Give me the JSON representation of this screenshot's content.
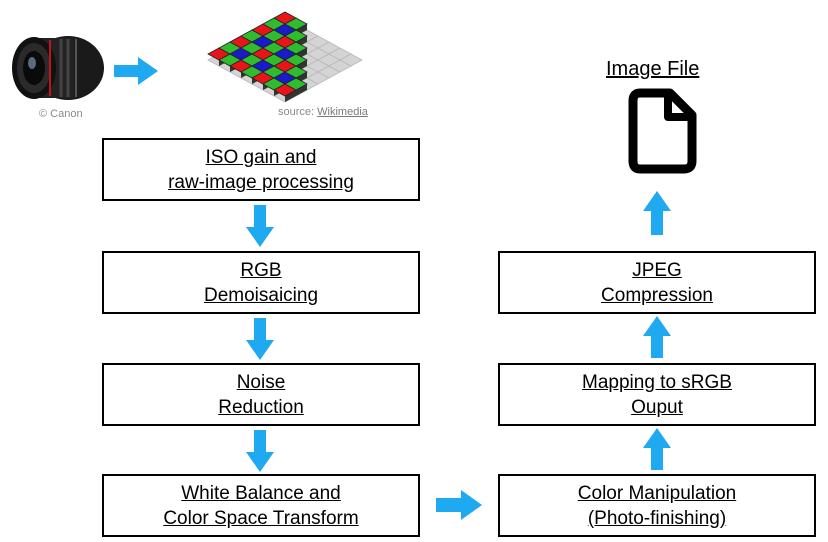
{
  "colors": {
    "arrow": "#1ea9f0",
    "red": "#e8141a",
    "green": "#2fbd2f",
    "blue": "#1a1acb",
    "grid": "#b8b8b8"
  },
  "credits": {
    "canon": "© Canon",
    "source_label": "source:",
    "source_link": "Wikimedia"
  },
  "output": {
    "title": "Image File"
  },
  "left_boxes": [
    {
      "line1": "ISO gain and",
      "line2": "raw-image processing"
    },
    {
      "line1": "RGB",
      "line2": "Demoisaicing"
    },
    {
      "line1": "Noise",
      "line2": "Reduction"
    },
    {
      "line1": "White Balance and",
      "line2": "Color Space Transform"
    }
  ],
  "right_boxes": [
    {
      "line1": "Color Manipulation",
      "line2": "(Photo-finishing)"
    },
    {
      "line1": "Mapping to sRGB",
      "line2": "Ouput"
    },
    {
      "line1": "JPEG",
      "line2": "Compression"
    }
  ]
}
